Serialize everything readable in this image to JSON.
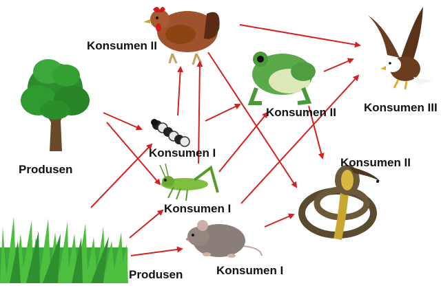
{
  "colors": {
    "arrow": "#d42020",
    "label": "#111111",
    "grass": "#3aa83a",
    "tree": "#2e8b2e"
  },
  "organisms": {
    "tree": {
      "icon": "tree-icon"
    },
    "grass": {
      "icon": "grass-icon"
    },
    "hen": {
      "icon": "hen-icon"
    },
    "caterpillar": {
      "icon": "caterpillar-icon"
    },
    "grasshopper": {
      "icon": "grasshopper-icon"
    },
    "mouse": {
      "icon": "mouse-icon"
    },
    "frog": {
      "icon": "frog-icon"
    },
    "eagle": {
      "icon": "eagle-icon"
    },
    "snake": {
      "icon": "cobra-icon"
    }
  },
  "labels": {
    "hen": "Konsumen II",
    "tree": "Produsen",
    "caterpillar": "Konsumen I",
    "grasshopper": "Konsumen I",
    "grass": "Produsen",
    "mouse": "Konsumen I",
    "frog": "Konsumen II",
    "eagle": "Konsumen III",
    "snake": "Konsumen II"
  }
}
